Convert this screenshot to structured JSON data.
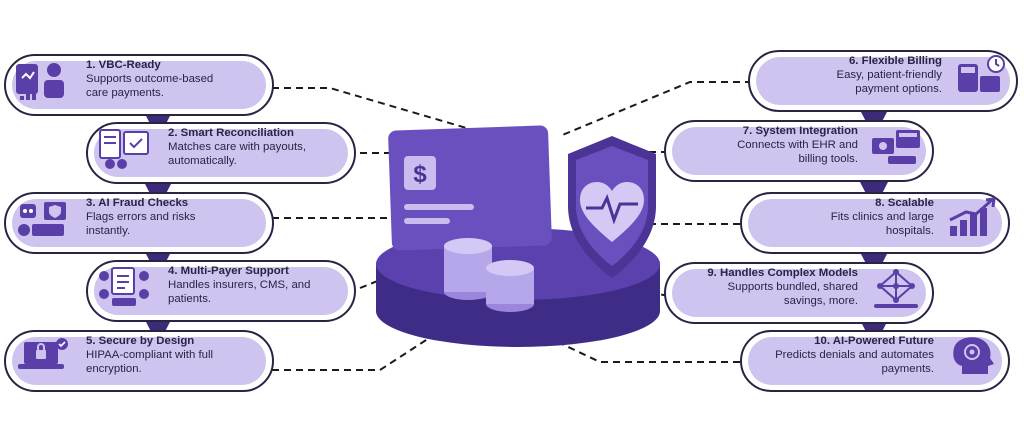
{
  "items": [
    {
      "title": "1. VBC-Ready",
      "desc": "Supports outcome-based\ncare payments.",
      "icon": "clinician-chart-icon"
    },
    {
      "title": "2. Smart Reconciliation",
      "desc": "Matches care with payouts,\nautomatically.",
      "icon": "document-reconcile-icon"
    },
    {
      "title": "3. AI Fraud Checks",
      "desc": "Flags errors and risks\ninstantly.",
      "icon": "robot-shield-icon"
    },
    {
      "title": "4. Multi-Payer Support",
      "desc": "Handles insurers, CMS, and\npatients.",
      "icon": "payers-icon"
    },
    {
      "title": "5. Secure by Design",
      "desc": "HIPAA-compliant with full\nencryption.",
      "icon": "secure-laptop-icon"
    },
    {
      "title": "6. Flexible Billing",
      "desc": "Easy, patient-friendly\npayment options.",
      "icon": "billing-calculator-icon"
    },
    {
      "title": "7. System Integration",
      "desc": "Connects with EHR and\nbilling tools.",
      "icon": "integration-screens-icon"
    },
    {
      "title": "8. Scalable",
      "desc": "Fits clinics and large\nhospitals.",
      "icon": "growth-chart-icon"
    },
    {
      "title": "9. Handles Complex Models",
      "desc": "Supports bundled, shared\nsavings, more.",
      "icon": "network-model-icon"
    },
    {
      "title": "10. AI-Powered Future",
      "desc": "Predicts denials and automates\npayments.",
      "icon": "ai-head-icon"
    }
  ],
  "colors": {
    "accent": "#5b3fa8",
    "pill": "#cfc4ef",
    "dark": "#2a2344",
    "connector": "#3d2a78"
  }
}
